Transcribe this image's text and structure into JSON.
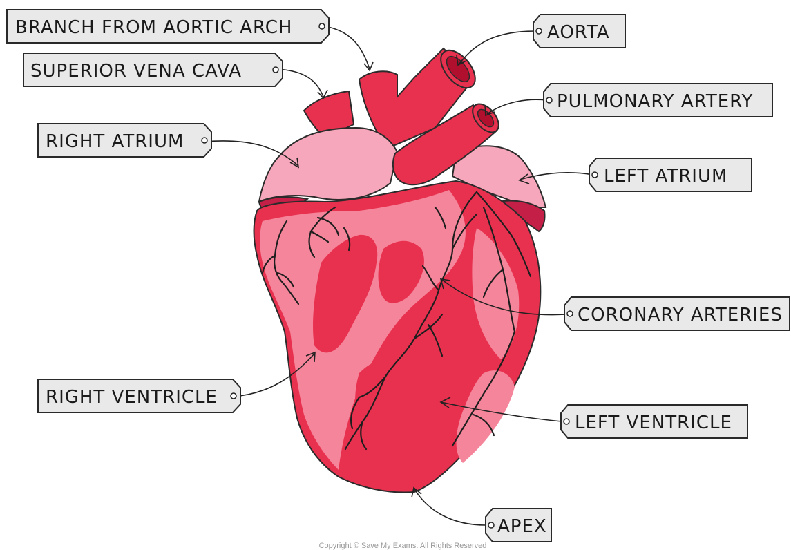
{
  "labels": {
    "branch_aortic_arch": "BRANCH FROM AORTIC ARCH",
    "aorta": "AORTA",
    "superior_vena_cava": "SUPERIOR VENA CAVA",
    "pulmonary_artery": "PULMONARY ARTERY",
    "right_atrium": "RIGHT ATRIUM",
    "left_atrium": "LEFT ATRIUM",
    "coronary_arteries": "CORONARY ARTERIES",
    "right_ventricle": "RIGHT VENTRICLE",
    "left_ventricle": "LEFT VENTRICLE",
    "apex": "APEX"
  },
  "copyright": "Copyright © Save My Exams. All Rights Reserved",
  "colors": {
    "heart_red": "#e8314f",
    "heart_pink": "#f5859a",
    "atrium_pink": "#f7a7bb",
    "dark_red": "#c41f46",
    "tag_fill": "#e9e9e9"
  }
}
